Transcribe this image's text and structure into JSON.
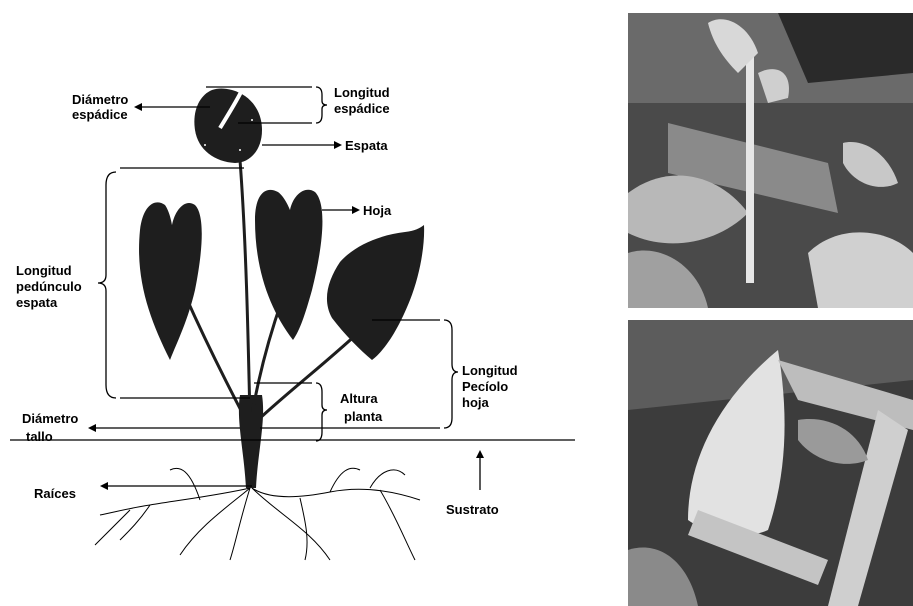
{
  "labels": {
    "diametro_espadice": [
      "Diámetro",
      "espádice"
    ],
    "longitud_espadice": [
      "Longitud",
      "espádice"
    ],
    "espata": "Espata",
    "hoja": "Hoja",
    "longitud_pedunculo": [
      "Longitud",
      "pedúnculo",
      "espata"
    ],
    "longitud_peciolo": [
      "Longitud",
      "Pecíolo",
      "hoja"
    ],
    "altura_planta": [
      "Altura",
      "planta"
    ],
    "diametro_tallo": [
      "Diámetro",
      "tallo"
    ],
    "raices": "Raíces",
    "sustrato": "Sustrato"
  },
  "colors": {
    "ink": "#000000",
    "leaf": "#1e1e1e",
    "photo_dark": "#3a3a3a",
    "photo_mid": "#8a8a8a",
    "photo_light": "#d8d8d8"
  }
}
